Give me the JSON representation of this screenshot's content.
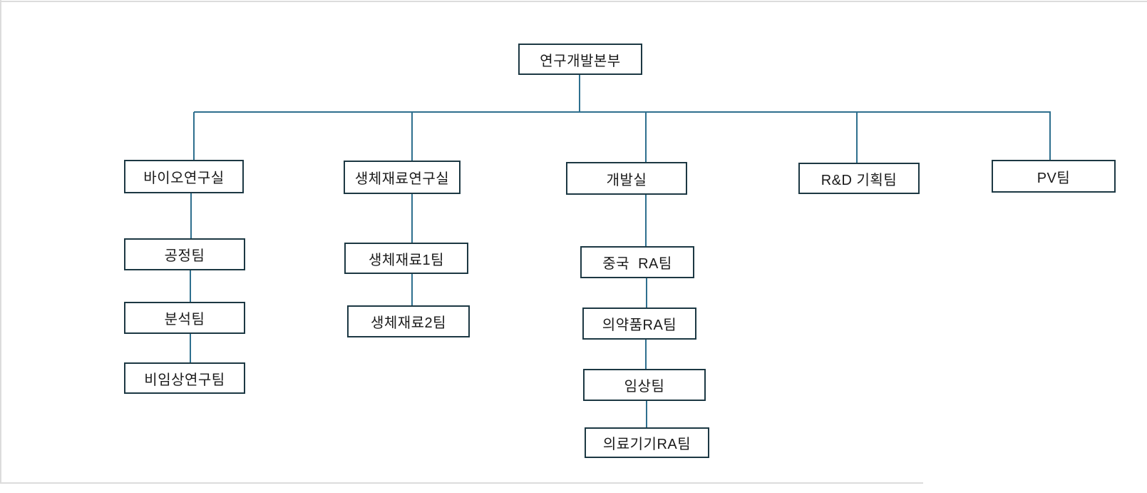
{
  "colors": {
    "connector": "#2E6F8E",
    "box_border": "#1C3843",
    "box_fill": "#FFFFFF",
    "text": "#1A1A1A",
    "canvas_edge": "#DCDCDC"
  },
  "diagram_type": "org-chart",
  "nodes": {
    "hq": {
      "label": "연구개발본부",
      "parent": null
    },
    "bio": {
      "label": "바이오연구실",
      "parent": "hq"
    },
    "biomat": {
      "label": "생체재료연구실",
      "parent": "hq"
    },
    "dev": {
      "label": "개발실",
      "parent": "hq"
    },
    "rnd": {
      "label": "R&D 기획팀",
      "parent": "hq"
    },
    "pv": {
      "label": "PV팀",
      "parent": "hq"
    },
    "process": {
      "label": "공정팀",
      "parent": "bio"
    },
    "analysis": {
      "label": "분석팀",
      "parent": "process"
    },
    "preclinical": {
      "label": "비임상연구팀",
      "parent": "analysis"
    },
    "biomat1": {
      "label": "생체재료1팀",
      "parent": "biomat"
    },
    "biomat2": {
      "label": "생체재료2팀",
      "parent": "biomat1"
    },
    "china_ra": {
      "label": "중국  RA팀",
      "parent": "dev"
    },
    "pharma_ra": {
      "label": "의약품RA팀",
      "parent": "china_ra"
    },
    "clinical": {
      "label": "임상팀",
      "parent": "pharma_ra"
    },
    "device_ra": {
      "label": "의료기기RA팀",
      "parent": "clinical"
    }
  }
}
